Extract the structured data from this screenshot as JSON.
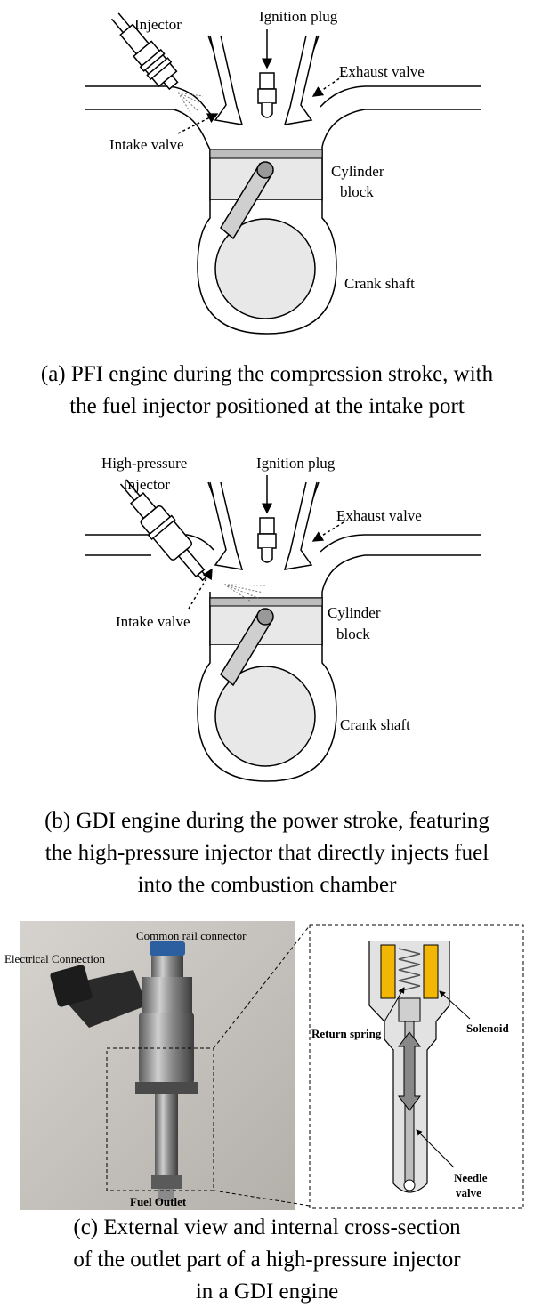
{
  "figure_a": {
    "labels": {
      "injector": "Injector",
      "ignition_plug": "Ignition plug",
      "exhaust_valve": "Exhaust valve",
      "intake_valve": "Intake valve",
      "cylinder_block_line1": "Cylinder",
      "cylinder_block_line2": "block",
      "crank_shaft": "Crank shaft"
    },
    "caption": {
      "line1": "(a) PFI engine during the compression stroke, with",
      "line2": "the fuel injector positioned at the intake port"
    }
  },
  "figure_b": {
    "labels": {
      "injector_line1": "High-pressure",
      "injector_line2": "Injector",
      "ignition_plug": "Ignition plug",
      "exhaust_valve": "Exhaust valve",
      "intake_valve": "Intake valve",
      "cylinder_block_line1": "Cylinder",
      "cylinder_block_line2": "block",
      "crank_shaft": "Crank shaft"
    },
    "caption": {
      "line1": "(b) GDI engine during the power stroke, featuring",
      "line2": "the high-pressure injector that directly injects fuel",
      "line3": "into the combustion chamber"
    }
  },
  "figure_c": {
    "photo_labels": {
      "common_rail": "Common rail connector",
      "electrical": "Electrical Connection",
      "fuel_outlet": "Fuel Outlet"
    },
    "section_labels": {
      "return_spring": "Return spring",
      "solenoid": "Solenoid",
      "needle_line1": "Needle",
      "needle_line2": "valve"
    },
    "caption": {
      "line1": "(c) External view and internal cross-section",
      "line2": "of the outlet part of a high-pressure injector",
      "line3": "in a GDI engine"
    },
    "colors": {
      "solenoid": "#f2b705",
      "photo_bg": "#bdbab5"
    }
  }
}
